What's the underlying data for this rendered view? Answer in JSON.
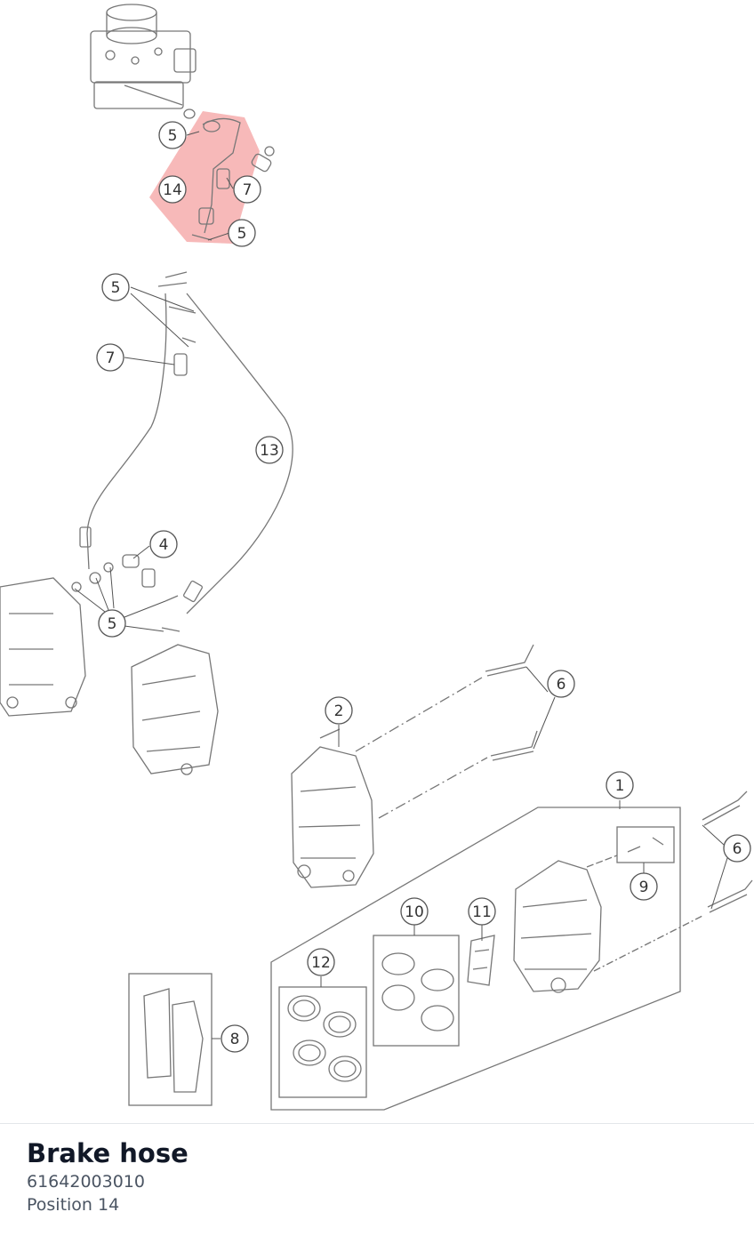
{
  "diagram": {
    "callouts": {
      "c1": "1",
      "c2": "2",
      "c4": "4",
      "c5a": "5",
      "c5b": "5",
      "c5c": "5",
      "c5d": "5",
      "c6a": "6",
      "c6b": "6",
      "c7a": "7",
      "c7b": "7",
      "c8": "8",
      "c9": "9",
      "c10": "10",
      "c11": "11",
      "c12": "12",
      "c13": "13",
      "c14": "14"
    },
    "highlight_color": "#f08080"
  },
  "part": {
    "name": "Brake hose",
    "number": "61642003010",
    "position": "Position 14"
  }
}
